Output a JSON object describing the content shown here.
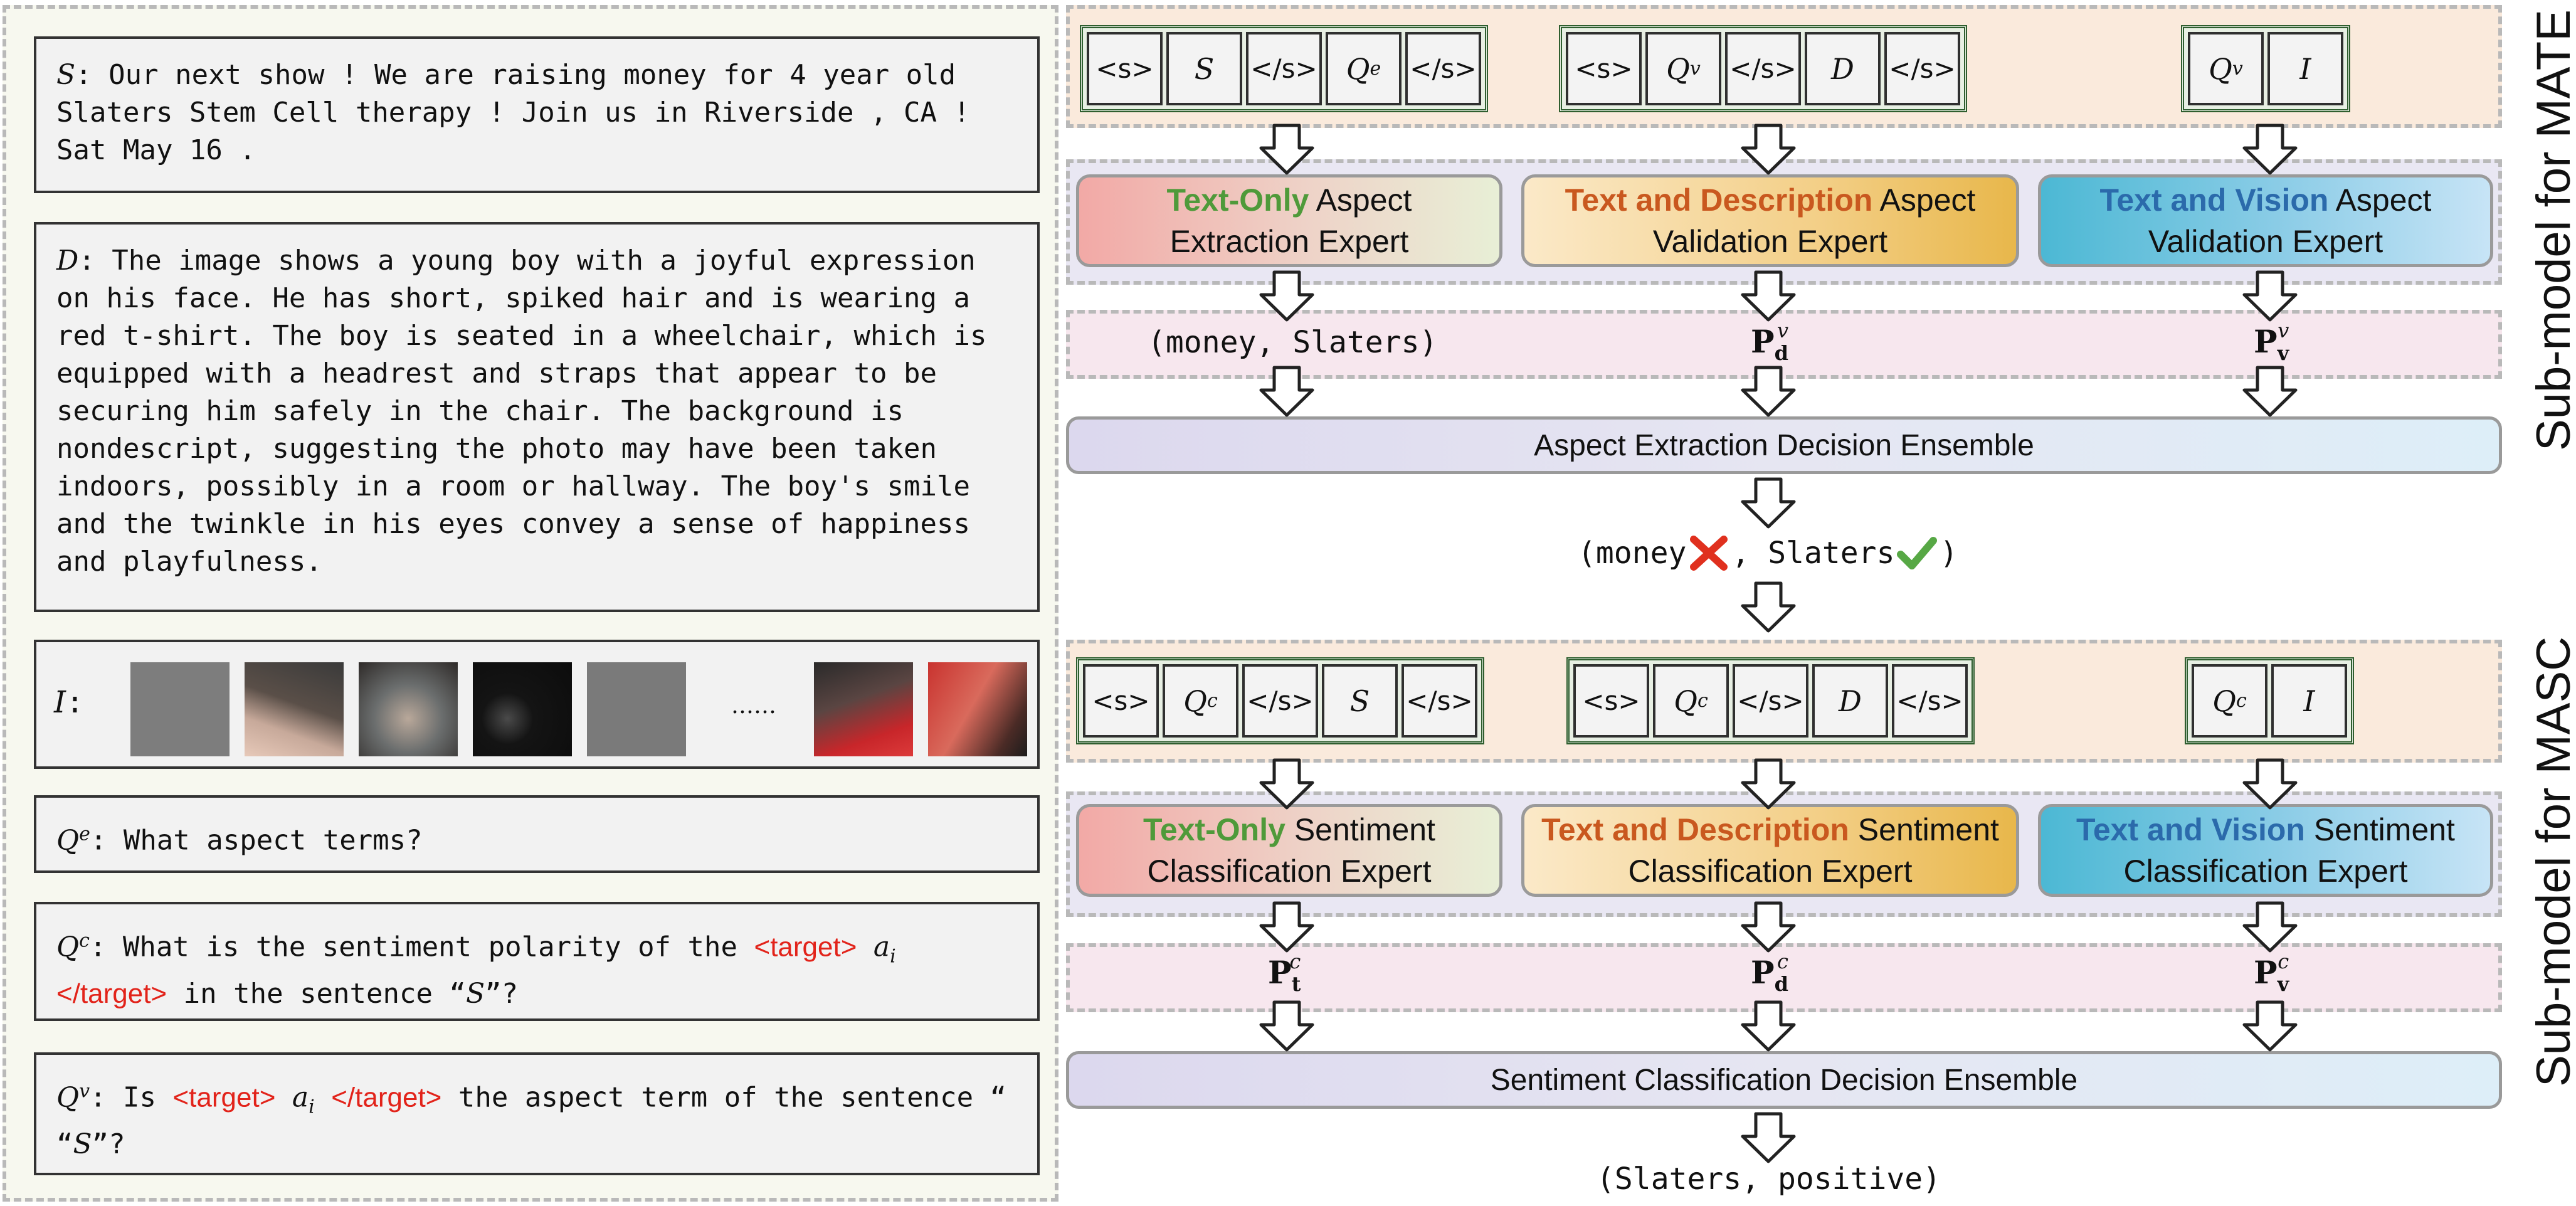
{
  "left": {
    "s_box": {
      "symbol": "S",
      "text": ": Our next show ! We are raising money for 4 year old Slaters Stem Cell therapy ! Join us in Riverside , CA ! Sat May 16 ."
    },
    "d_box": {
      "symbol": "D",
      "text": ": The image shows a young boy with a joyful expression on his face. He has short, spiked hair and is wearing a red t-shirt. The boy is seated in a wheelchair, which is equipped with a headrest and straps that appear to be securing him safely in the chair. The background is nondescript, suggesting the photo may have been taken indoors, possibly in a room or hallway. The boy's smile and the twinkle in his eyes convey a sense of happiness and playfulness."
    },
    "i_box": {
      "symbol": "I",
      "colon": ":",
      "ellipsis": "……"
    },
    "qe_box": {
      "symbol": "Q",
      "sup": "e",
      "text": ": What aspect terms?"
    },
    "qc_box": {
      "symbol": "Q",
      "sup": "c",
      "text1": ": What is the sentiment polarity of the ",
      "target_open": "<target>",
      "ai": "a",
      "ai_sub": "i",
      "target_close": "</target>",
      "text2": " in the sentence “",
      "s": "S",
      "text3": "”?"
    },
    "qv_box": {
      "symbol": "Q",
      "sup": "v",
      "text1": ": Is ",
      "target_open": "<target>",
      "ai": "a",
      "ai_sub": "i",
      "target_close": "</target>",
      "text2": " the aspect term of the sentence “",
      "s": "S",
      "text3": "”?"
    }
  },
  "mate": {
    "label": "Sub-model for MATE",
    "tokens_text": [
      "<s>",
      "S",
      "</s>",
      "Qe",
      "</s>"
    ],
    "tokens_desc": [
      "<s>",
      "Qv",
      "</s>",
      "D",
      "</s>"
    ],
    "tokens_vision": [
      "Qv",
      "I"
    ],
    "expert_text": {
      "hl": "Text-Only",
      "rest1": " Aspect",
      "line2": "Extraction Expert"
    },
    "expert_desc": {
      "hl": "Text and Description",
      "rest1": " Aspect",
      "line2": "Validation Expert"
    },
    "expert_vision": {
      "hl": "Text and Vision",
      "rest1": " Aspect",
      "line2": "Validation Expert"
    },
    "out_text": "(money, Slaters)",
    "out_desc": {
      "base": "P",
      "sub": "d",
      "sup": "v"
    },
    "out_vision": {
      "base": "P",
      "sub": "v",
      "sup": "v"
    },
    "ensemble": "Aspect Extraction Decision Ensemble",
    "result": {
      "open": "(money",
      "sep": ", Slaters",
      "close": ")"
    }
  },
  "masc": {
    "label": "Sub-model for MASC",
    "tokens_text": [
      "<s>",
      "Qc",
      "</s>",
      "S",
      "</s>"
    ],
    "tokens_desc": [
      "<s>",
      "Qc",
      "</s>",
      "D",
      "</s>"
    ],
    "tokens_vision": [
      "Qc",
      "I"
    ],
    "expert_text": {
      "hl": "Text-Only",
      "rest1": " Sentiment",
      "line2": "Classification Expert"
    },
    "expert_desc": {
      "hl": "Text and Description",
      "rest1": " Sentiment",
      "line2": "Classification Expert"
    },
    "expert_vision": {
      "hl": "Text and Vision",
      "rest1": " Sentiment",
      "line2": "Classification Expert"
    },
    "out_text": {
      "base": "P",
      "sub": "t",
      "sup": "c"
    },
    "out_desc": {
      "base": "P",
      "sub": "d",
      "sup": "c"
    },
    "out_vision": {
      "base": "P",
      "sub": "v",
      "sup": "c"
    },
    "ensemble": "Sentiment Classification Decision Ensemble",
    "result": "(Slaters, positive)"
  },
  "colors": {
    "wrong": "#e0301e",
    "right": "#57a845",
    "target": "#e2231a"
  }
}
